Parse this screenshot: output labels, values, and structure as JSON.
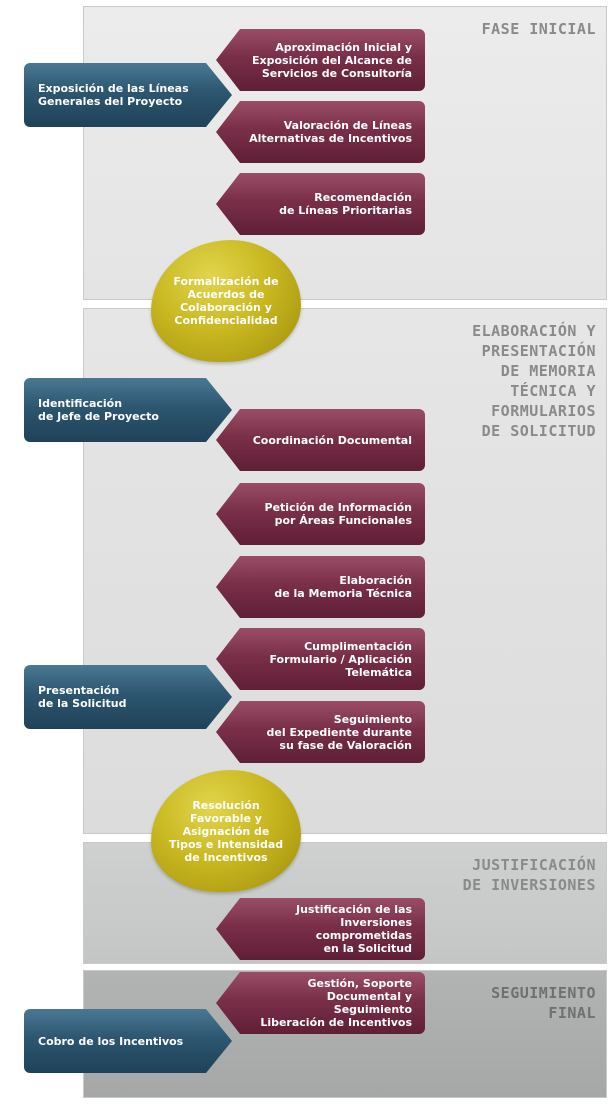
{
  "phases": [
    {
      "title": "FASE INICIAL"
    },
    {
      "title": "ELABORACIÓN Y\nPRESENTACIÓN\nDE MEMORIA\nTÉCNICA Y\nFORMULARIOS\nDE SOLICITUD"
    },
    {
      "title": "JUSTIFICACIÓN\nDE INVERSIONES"
    },
    {
      "title": "SEGUIMIENTO\nFINAL"
    }
  ],
  "blue_steps": [
    "Exposición de las Líneas\nGenerales del Proyecto",
    "Identificación\nde Jefe de Proyecto",
    "Presentación\nde la Solicitud",
    "Cobro de los Incentivos"
  ],
  "maroon_steps": [
    "Aproximación Inicial y\nExposición del Alcance de\nServicios de Consultoría",
    "Valoración de Líneas\nAlternativas de Incentivos",
    "Recomendación\nde Líneas Prioritarias",
    "Coordinación Documental",
    "Petición de Información\npor Áreas Funcionales",
    "Elaboración\nde la Memoria Técnica",
    "Cumplimentación\nFormulario / Aplicación\nTelemática",
    "Seguimiento\ndel Expediente durante\nsu fase de Valoración",
    "Justificación de las\nInversiones comprometidas\nen la Solicitud",
    "Gestión, Soporte\nDocumental y Seguimiento\nLiberación de Incentivos"
  ],
  "gold_steps": [
    "Formalización de\nAcuerdos de\nColaboración y\nConfidencialidad",
    "Resolución\nFavorable y\nAsignación de\nTipos e Intensidad\nde Incentivos"
  ]
}
